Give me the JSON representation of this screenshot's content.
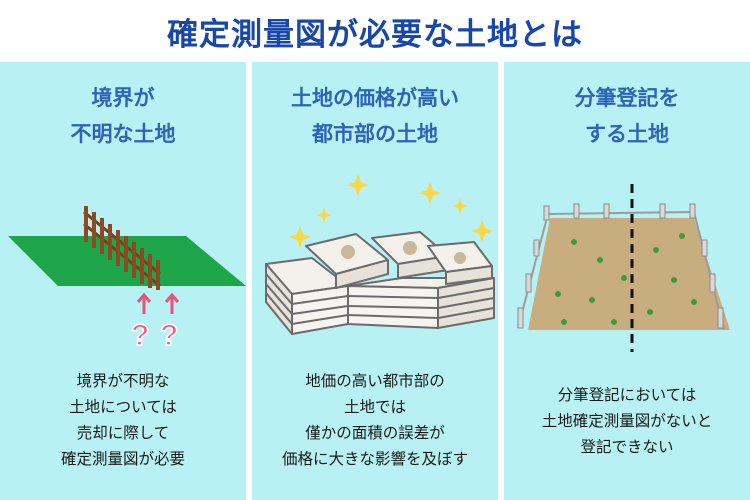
{
  "title": "確定測量図が必要な土地とは",
  "columns": [
    {
      "heading": [
        "境界が",
        "不明な土地"
      ],
      "body": [
        "境界が不明な",
        "土地については",
        "売却に際して",
        "確定測量図が必要"
      ]
    },
    {
      "heading": [
        "土地の価格が高い",
        "都市部の土地"
      ],
      "body": [
        "地価の高い都市部の",
        "土地では",
        "僅かの面積の誤差が",
        "価格に大きな影響を及ぼす"
      ]
    },
    {
      "heading": [
        "分筆登記を",
        "する土地"
      ],
      "body": [
        "分筆登記においては",
        "土地確定測量図がないと",
        "登記できない"
      ]
    }
  ],
  "icons": [
    "fence-on-grass-icon",
    "question-marks-icon",
    "money-stacks-icon",
    "sparkle-icon",
    "divided-plot-icon"
  ],
  "colors": {
    "title": "#1747a8",
    "heading": "#2e63b8",
    "panel": "#b8f1f4",
    "grass": "#1ea54a",
    "question": "#f05a8c"
  }
}
